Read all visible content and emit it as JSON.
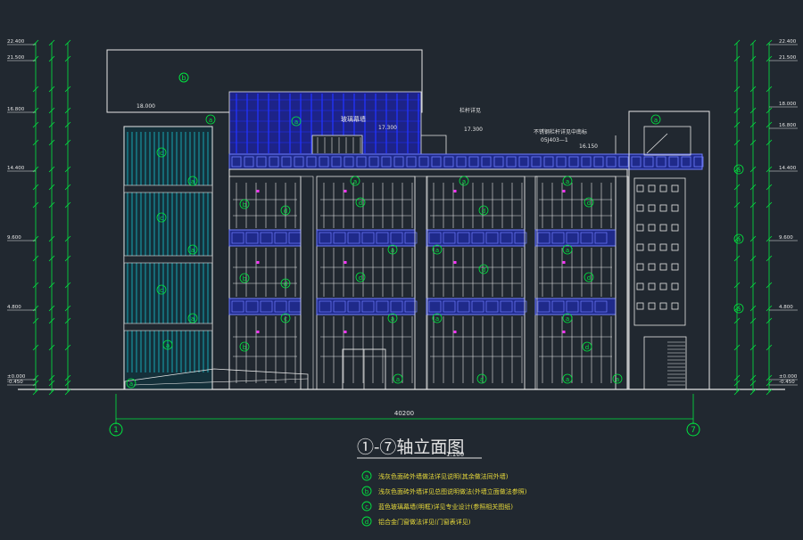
{
  "title": "①-⑦轴立面图",
  "scale": "1:100",
  "overall_dimension": "40200",
  "axis_left": "1",
  "axis_right": "7",
  "left_elevations": [
    "22.400",
    "21.500",
    "16.800",
    "14.400",
    "9.600",
    "4.800",
    "±0.000",
    "-0.450"
  ],
  "right_elevations": [
    "22.400",
    "21.500",
    "18.000",
    "16.800",
    "14.400",
    "9.600",
    "4.800",
    "±0.000",
    "-0.450"
  ],
  "level_marks": {
    "roof_left": "18.000",
    "roof_mid": "17.300",
    "roof_right": "17.300",
    "roof_far": "16.150"
  },
  "callouts": {
    "glass_screen": "玻璃幕墙",
    "parapet": "栏杆详见",
    "railing": "不锈钢栏杆详见中南标",
    "railing_code": "05J403—1"
  },
  "legend": [
    {
      "letter": "a",
      "text": "浅灰色面砖外墙做法详见说明(其余做法同外墙)"
    },
    {
      "letter": "b",
      "text": "浅灰色面砖外墙详见总图说明做法(外墙立面做法参照)"
    },
    {
      "letter": "c",
      "text": "蓝色玻璃幕墙(明框)详见专业设计(参照相关图纸)"
    },
    {
      "letter": "d",
      "text": "铝合金门窗做法详见(门窗表详见)"
    }
  ],
  "colors": {
    "background": "#212830",
    "line": "#e6e6e6",
    "green": "#00e640",
    "cyan": "#19d6e6",
    "blue": "#2233ff",
    "band": "#6f7dff",
    "yellow": "#e6d83a",
    "magenta": "#ff33ff"
  }
}
